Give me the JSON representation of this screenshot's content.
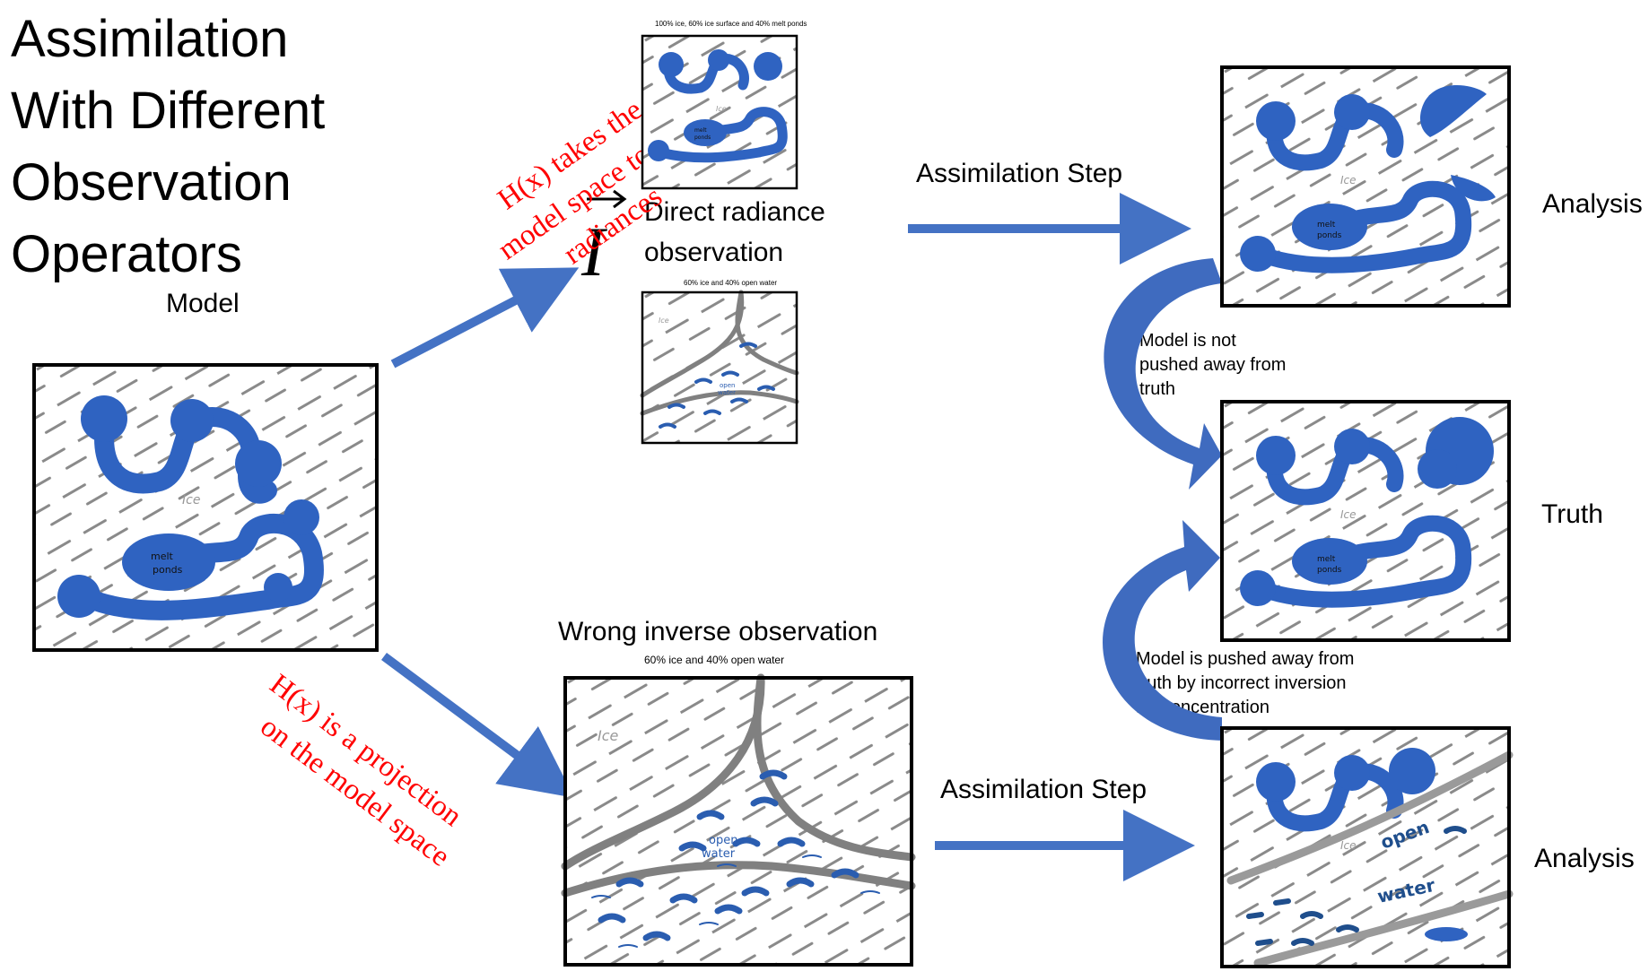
{
  "title": "Assimilation\nWith Different\nObservation\nOperators",
  "labels": {
    "model": "Model",
    "direct_obs": "Direct radiance\nobservation",
    "vector_symbol": "I",
    "wrong_inverse": "Wrong inverse observation",
    "wrong_inverse_caption": "60% ice and 40% open water",
    "direct_caption_top": "100% ice, 60% ice surface and 40% melt ponds",
    "direct_caption_bottom": "60% ice and 40% open water",
    "assim_step_top": "Assimilation Step",
    "assim_step_bottom": "Assimilation Step",
    "analysis_top": "Analysis",
    "truth": "Truth",
    "analysis_bottom": "Analysis",
    "note_top": "Model is not\npushed away from\ntruth",
    "note_bottom": "Model is pushed away from\ntruth by incorrect inversion\nfor concentration",
    "h_top_1": "H(x) takes the",
    "h_top_2": "model space to the",
    "h_top_3": "radiances",
    "h_bot_1": "H(x) is a projection",
    "h_bot_2": "on the model space"
  },
  "sketch_text": {
    "ice": "Ice",
    "melt": "melt",
    "ponds": "ponds",
    "open": "open",
    "water": "water"
  },
  "colors": {
    "arrow_blue": "#4472c4",
    "pond_blue": "#2f63c1",
    "water_blue": "#2a5db0",
    "hatch_gray": "#8a8a8a",
    "crack_gray": "#808080",
    "red_text": "#ff0000"
  }
}
